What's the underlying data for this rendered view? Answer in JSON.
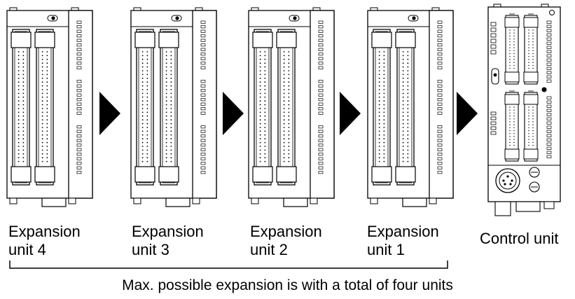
{
  "units": [
    {
      "line1": "Expansion",
      "line2": "unit 4"
    },
    {
      "line1": "Expansion",
      "line2": "unit 3"
    },
    {
      "line1": "Expansion",
      "line2": "unit 2"
    },
    {
      "line1": "Expansion",
      "line2": "unit 1"
    }
  ],
  "control_unit": {
    "label": "Control unit"
  },
  "caption": "Max. possible expansion is with a total of four units"
}
